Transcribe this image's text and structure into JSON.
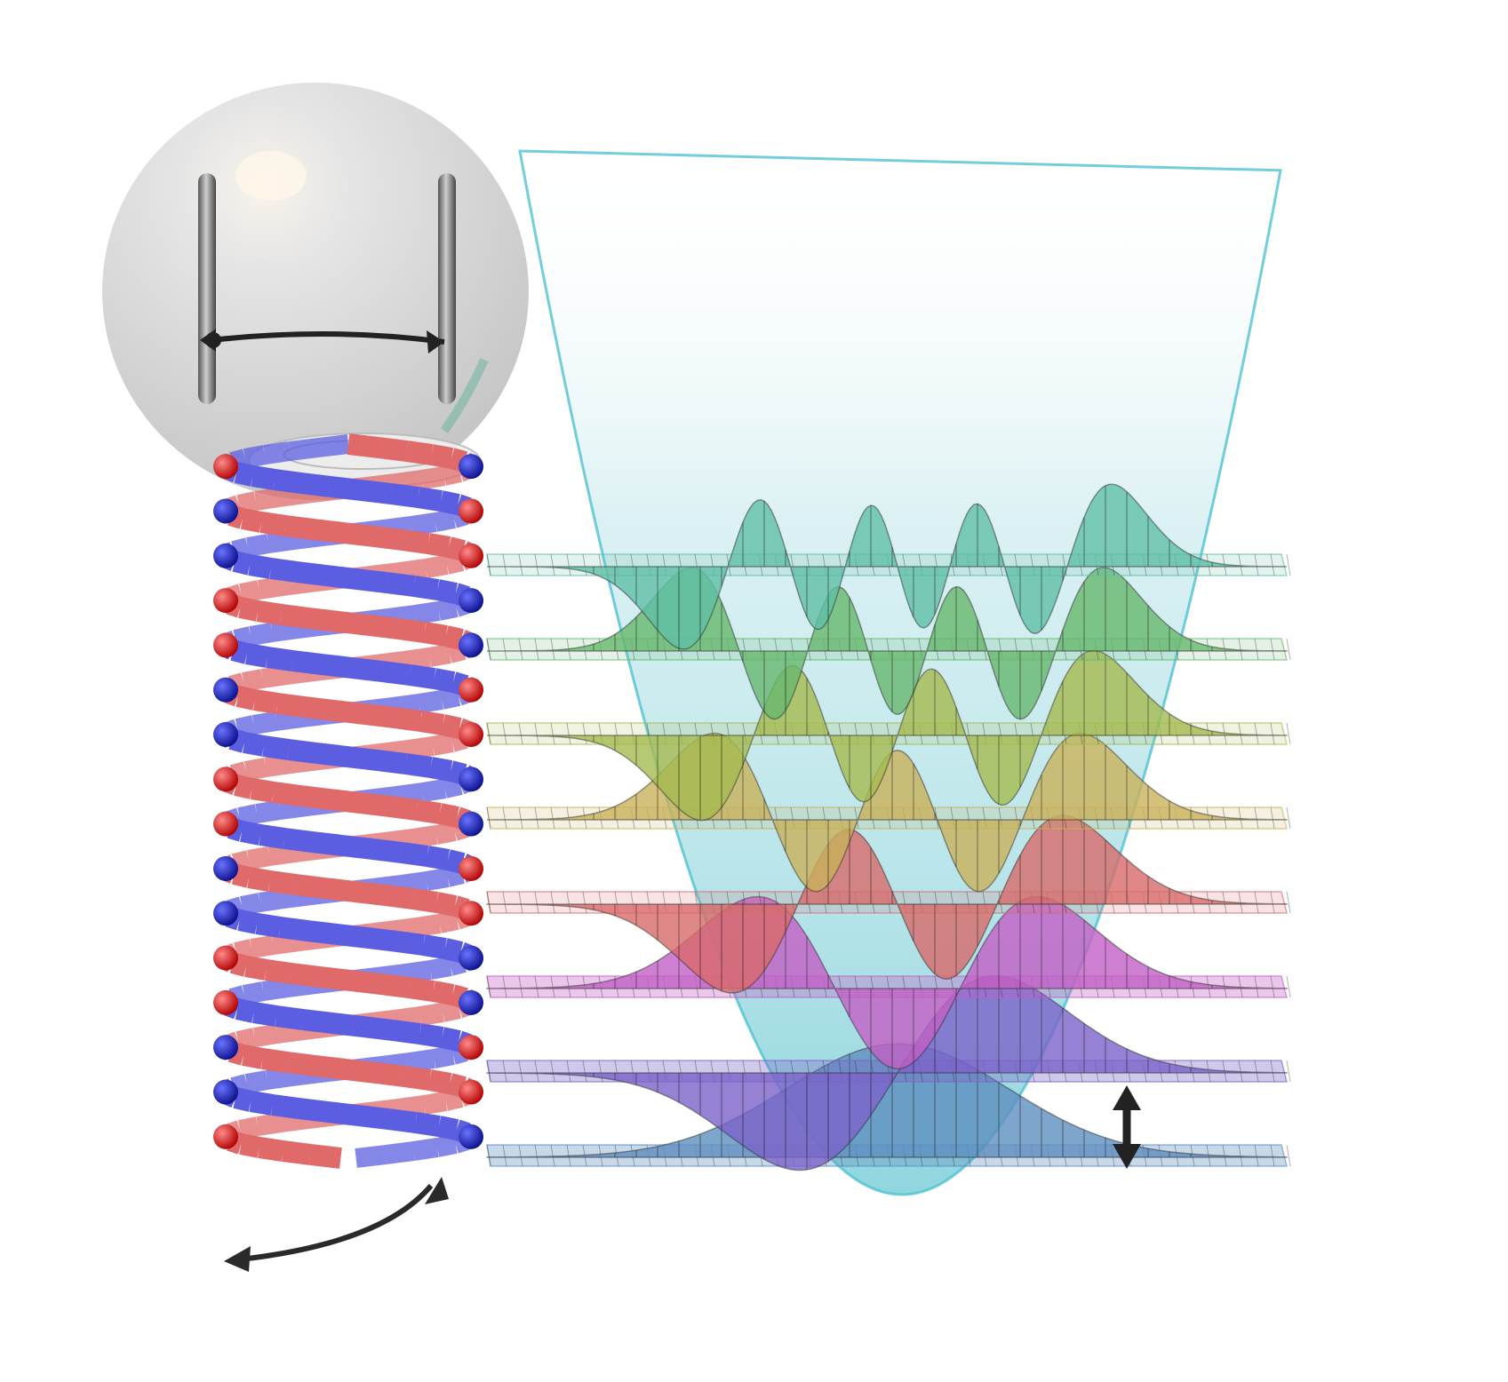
{
  "figure": {
    "levels": [
      {
        "n": 0,
        "color": "#5e8fbf"
      },
      {
        "n": 1,
        "color": "#7b63c9"
      },
      {
        "n": 2,
        "color": "#c35fc6"
      },
      {
        "n": 3,
        "color": "#d86a6a"
      },
      {
        "n": 4,
        "color": "#c9b25a"
      },
      {
        "n": 5,
        "color": "#a5ba4f"
      },
      {
        "n": 6,
        "color": "#66b86e"
      },
      {
        "n": 7,
        "color": "#5fbfa6"
      }
    ],
    "colors": {
      "helix_a": "#5b5ee0",
      "helix_b": "#e06a6a",
      "node_a": "#1f2bb3",
      "node_b": "#d41f1f",
      "potential": "#8fd3dd",
      "potential_edge": "#4fc2d1",
      "sphere": "#d9d9d9",
      "arrow": "#222222"
    },
    "icons": [
      "bloch-sphere-icon",
      "double-arrow-icon",
      "rotation-arrow-icon",
      "spacing-arrow-icon"
    ]
  }
}
